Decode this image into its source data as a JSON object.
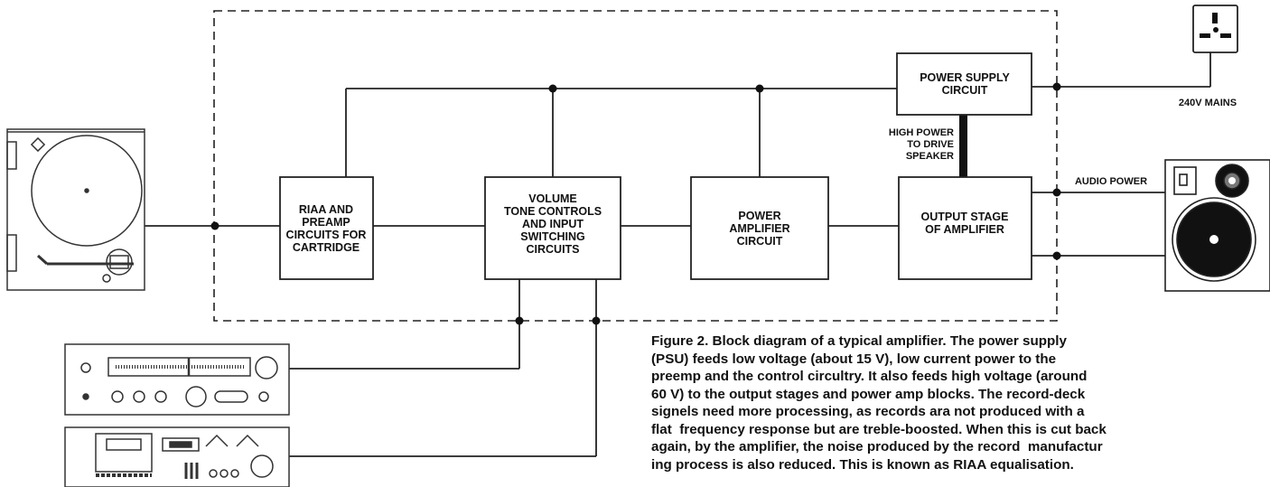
{
  "blocks": {
    "riaa": [
      "RIAA AND",
      "PREAMP",
      "CIRCUITS FOR",
      "CARTRIDGE"
    ],
    "volume": [
      "VOLUME",
      "TONE CONTROLS",
      "AND INPUT",
      "SWITCHING",
      "CIRCUITS"
    ],
    "power_amp": [
      "POWER",
      "AMPLIFIER",
      "CIRCUIT"
    ],
    "output": [
      "OUTPUT STAGE",
      "OF AMPLIFIER"
    ],
    "psu": [
      "POWER SUPPLY",
      "CIRCUIT"
    ]
  },
  "labels": {
    "high_power": [
      "HIGH POWER",
      "TO DRIVE",
      "SPEAKER"
    ],
    "mains": "240V MAINS",
    "audio_power": "AUDIO POWER"
  },
  "caption": "Figure 2. Block diagram of a typical amplifier. The power supply\n(PSU) feeds low voltage (about 15 V), low current power to the\npreemp and the control circultry. It also feeds high voltage (around\n60 V) to the output stages and power amp blocks. The record-deck\nsignels need more processing, as records ara not produced with a\nflat  frequency response but are treble-boosted. When this is cut back\nagain, by the amplifier, the noise produced by the record  manufactur\ning process is also reduced. This is known as RIAA equalisation."
}
